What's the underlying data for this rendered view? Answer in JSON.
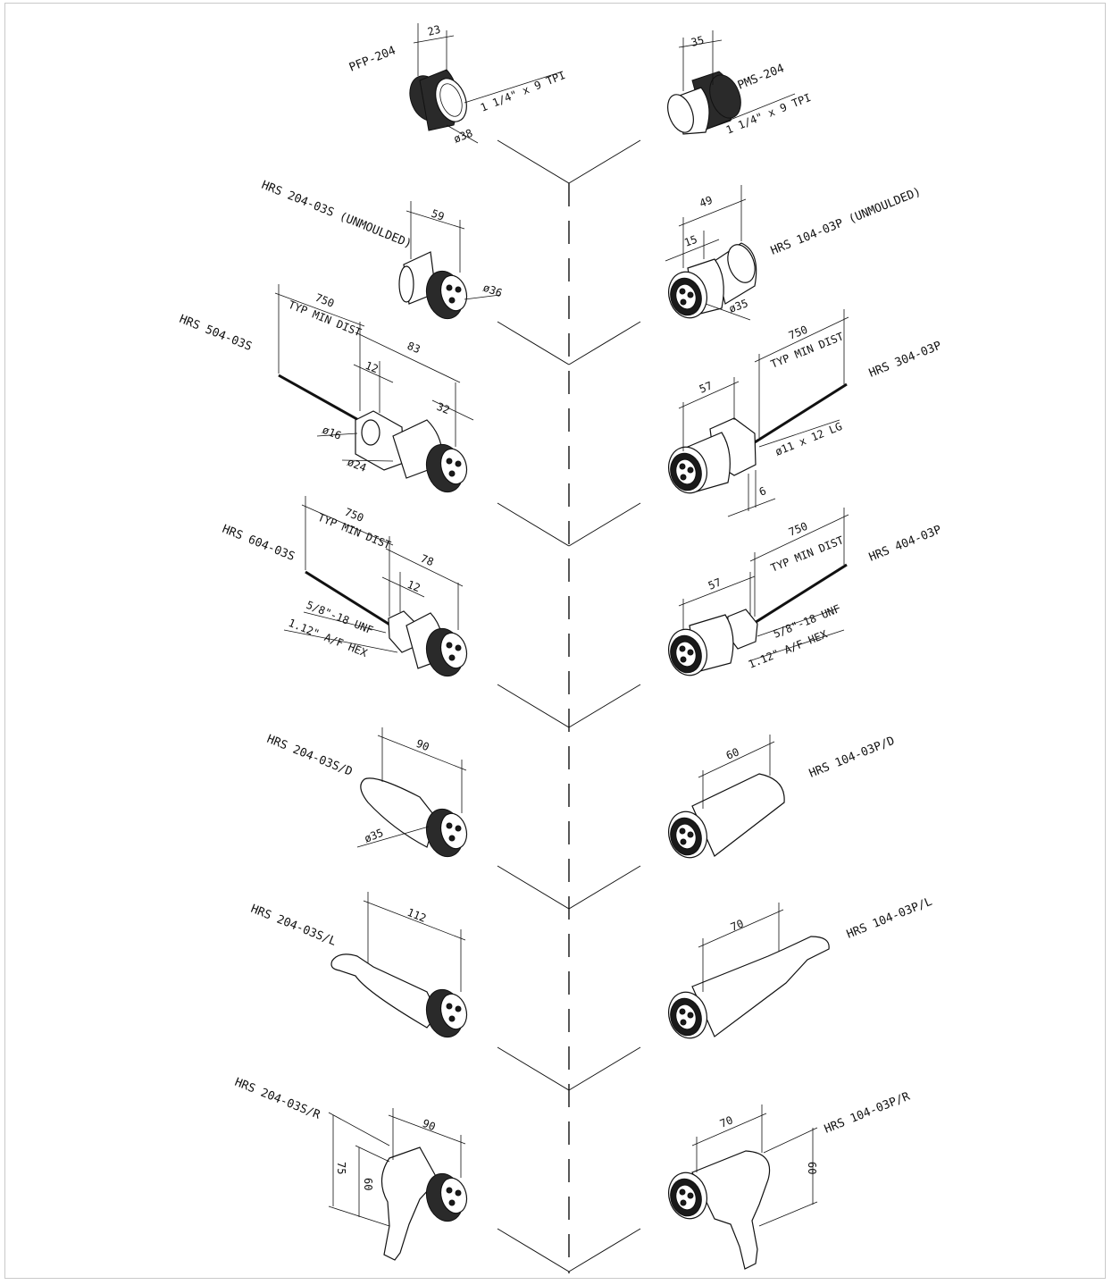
{
  "items": [
    {
      "id": "pfp204",
      "label": "PFP-204",
      "dims": [
        "23",
        "1 1/4\" x 9 TPI",
        "ø38"
      ]
    },
    {
      "id": "pms204",
      "label": "PMS-204",
      "dims": [
        "35",
        "1 1/4\" x 9 TPI"
      ]
    },
    {
      "id": "hrs204_03s",
      "label": "HRS 204-03S (UNMOULDED)",
      "dims": [
        "59",
        "ø36"
      ]
    },
    {
      "id": "hrs104_03p",
      "label": "HRS 104-03P (UNMOULDED)",
      "dims": [
        "49",
        "15",
        "ø35"
      ]
    },
    {
      "id": "hrs504_03s",
      "label": "HRS 504-03S",
      "dims": [
        "750",
        "TYP MIN DIST",
        "83",
        "12",
        "32",
        "ø16",
        "ø24"
      ]
    },
    {
      "id": "hrs304_03p",
      "label": "HRS 304-03P",
      "dims": [
        "750",
        "TYP MIN DIST",
        "57",
        "ø11 x 12 LG",
        "6"
      ]
    },
    {
      "id": "hrs604_03s",
      "label": "HRS 604-03S",
      "dims": [
        "750",
        "TYP MIN DIST",
        "78",
        "12",
        "5/8\"-18 UNF",
        "1.12\" A/F HEX"
      ]
    },
    {
      "id": "hrs404_03p",
      "label": "HRS 404-03P",
      "dims": [
        "750",
        "TYP MIN DIST",
        "57",
        "5/8\"-18 UNF",
        "1.12\" A/F HEX"
      ]
    },
    {
      "id": "hrs204_03sd",
      "label": "HRS 204-03S/D",
      "dims": [
        "90",
        "ø35"
      ]
    },
    {
      "id": "hrs104_03pd",
      "label": "HRS 104-03P/D",
      "dims": [
        "60"
      ]
    },
    {
      "id": "hrs204_03sl",
      "label": "HRS 204-03S/L",
      "dims": [
        "112"
      ]
    },
    {
      "id": "hrs104_03pl",
      "label": "HRS 104-03P/L",
      "dims": [
        "70"
      ]
    },
    {
      "id": "hrs204_03sr",
      "label": "HRS 204-03S/R",
      "dims": [
        "90",
        "75",
        "60"
      ]
    },
    {
      "id": "hrs104_03pr",
      "label": "HRS 104-03P/R",
      "dims": [
        "70",
        "60"
      ]
    }
  ]
}
